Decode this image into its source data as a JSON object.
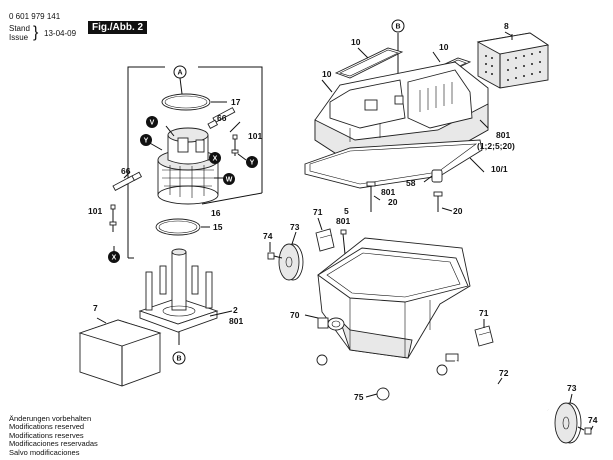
{
  "header": {
    "doc_number": "0 601 979 141",
    "stand_label": "Stand",
    "issue_label": "Issue",
    "date": "13-04-09",
    "fig_label": "Fig./Abb. 2"
  },
  "footer": {
    "lines": [
      "Änderungen vorbehalten",
      "Modifications reserved",
      "Modifications reserves",
      "Modificaciones reservadas",
      "Salvo modificaciones"
    ]
  },
  "callouts": {
    "A": "A",
    "B": "B",
    "V": "V",
    "W": "W",
    "X": "X",
    "Y": "Y"
  },
  "labels": {
    "l8": "8",
    "l10a": "10",
    "l10b": "10",
    "l10c": "10",
    "l10_1": "10/1",
    "l17": "17",
    "l66a": "66",
    "l66b": "66",
    "l101a": "101",
    "l101b": "101",
    "l16": "16",
    "l15": "15",
    "l7": "7",
    "l2": "2",
    "l801a": "801",
    "l801b": "801",
    "l801c": "(1;2;5;20)",
    "l801d": "801",
    "l20a": "20",
    "l20b": "20",
    "l58": "58",
    "l71a": "71",
    "l5": "5",
    "l801e": "801",
    "l74a": "74",
    "l73a": "73",
    "l70": "70",
    "l71b": "71",
    "l72": "72",
    "l73b": "73",
    "l74b": "74",
    "l75": "75"
  }
}
